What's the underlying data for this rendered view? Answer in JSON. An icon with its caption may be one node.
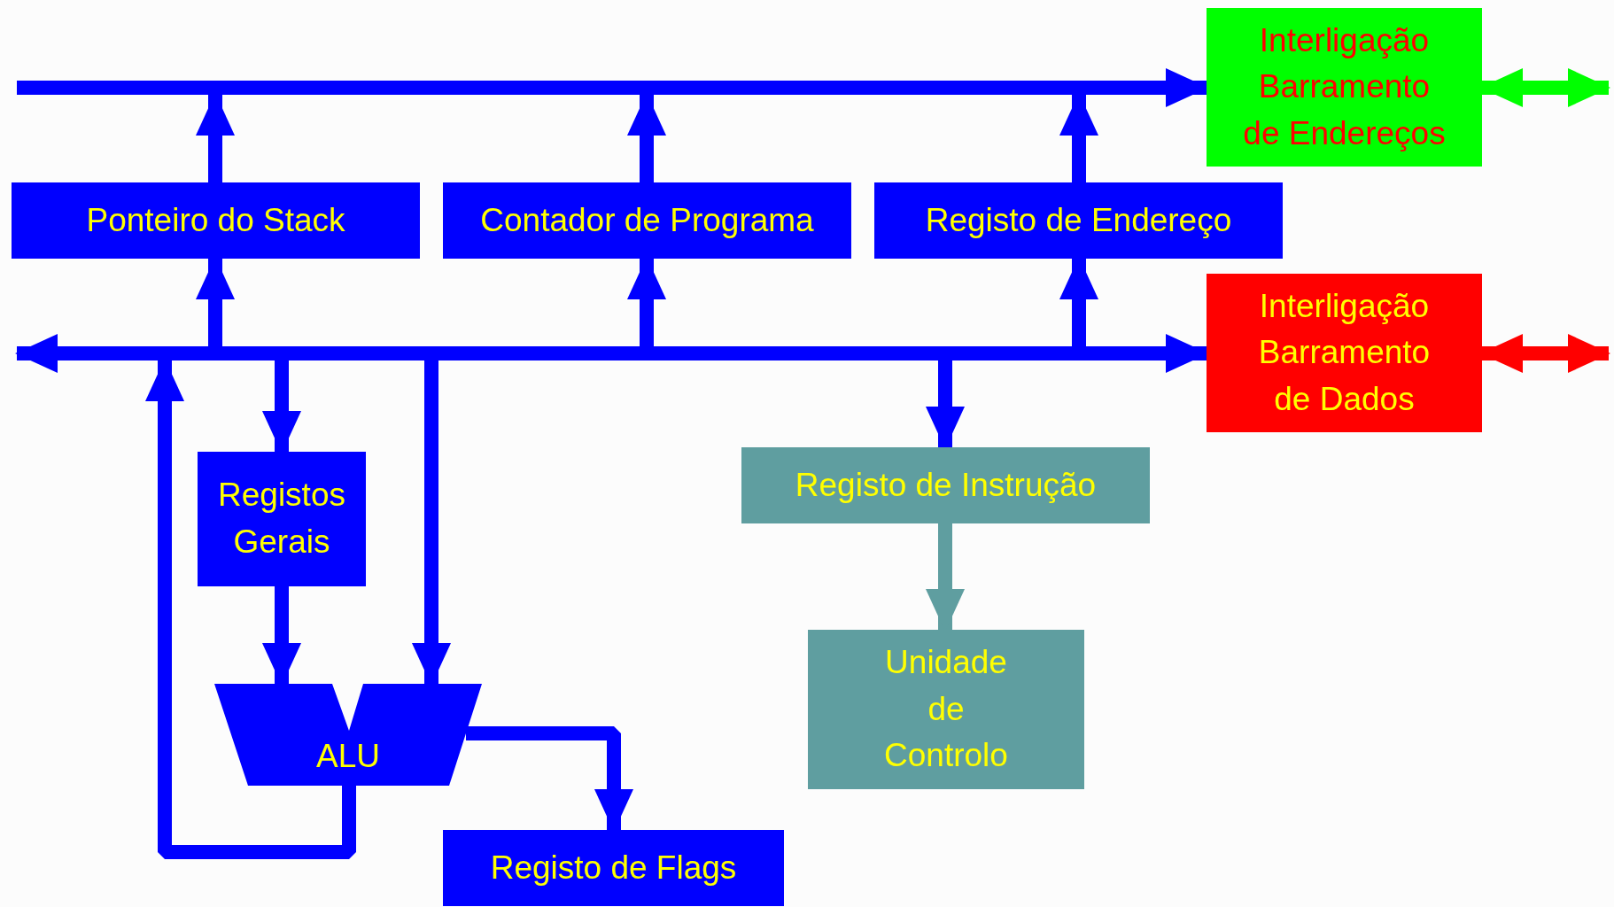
{
  "diagram": {
    "nodes": [
      {
        "text": [
          "Ponteiro do Stack"
        ]
      },
      {
        "text": [
          "Contador de Programa"
        ]
      },
      {
        "text": [
          "Registo de Endereço"
        ]
      },
      {
        "text": [
          "Interligação Barramento de Endereços"
        ]
      },
      {
        "text": [
          "Interligação Barramento de Dados"
        ]
      },
      {
        "text": [
          "Registos Gerais"
        ]
      },
      {
        "text": [
          "Registo de Instrução"
        ]
      },
      {
        "text": [
          "Unidade de Controlo"
        ]
      },
      {
        "text": [
          "ALU"
        ]
      },
      {
        "text": [
          "Registo de Flags"
        ]
      },
      {
        "text": [],
        "shape": "bar"
      },
      {
        "text": [],
        "shape": "bar"
      }
    ],
    "edges": [
      {
        "from": 10,
        "to": 3,
        "arrow": "to"
      },
      {
        "from": 3,
        "to": null,
        "arrow": "both",
        "color": "#00ff00"
      },
      {
        "from": 0,
        "to": 10,
        "arrow": "to"
      },
      {
        "from": 1,
        "to": 10,
        "arrow": "to"
      },
      {
        "from": 2,
        "to": 10,
        "arrow": "to"
      },
      {
        "from": 11,
        "to": 0,
        "arrow": "to"
      },
      {
        "from": 11,
        "to": 1,
        "arrow": "to"
      },
      {
        "from": 11,
        "to": 2,
        "arrow": "to"
      },
      {
        "from": 11,
        "to": null,
        "arrow": "to"
      },
      {
        "from": 11,
        "to": 4,
        "arrow": "to"
      },
      {
        "from": 4,
        "to": null,
        "arrow": "both",
        "color": "#ff0000"
      },
      {
        "from": 11,
        "to": 5,
        "arrow": "to"
      },
      {
        "from": 11,
        "to": 8,
        "arrow": "to"
      },
      {
        "from": 11,
        "to": 6,
        "arrow": "to"
      },
      {
        "from": 5,
        "to": 8,
        "arrow": "to"
      },
      {
        "from": 6,
        "to": 7,
        "arrow": "to",
        "color": "#5f9ea0"
      },
      {
        "from": 8,
        "to": 9,
        "arrow": "to"
      },
      {
        "from": 8,
        "to": 11,
        "arrow": "to"
      }
    ]
  }
}
